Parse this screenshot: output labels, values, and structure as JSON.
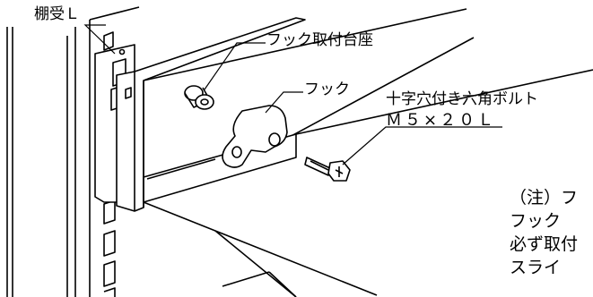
{
  "labels": {
    "tanauke": "棚受Ｌ",
    "hook_zaza": "フック取付台座",
    "hook": "フック",
    "bolt": "十字穴付き六角ボルト",
    "bolt_size": "Ｍ５×２０Ｌ"
  },
  "note": {
    "line1": "（注）フ",
    "line2": "フック",
    "line3": "必ず取付",
    "line4": "スライ"
  }
}
